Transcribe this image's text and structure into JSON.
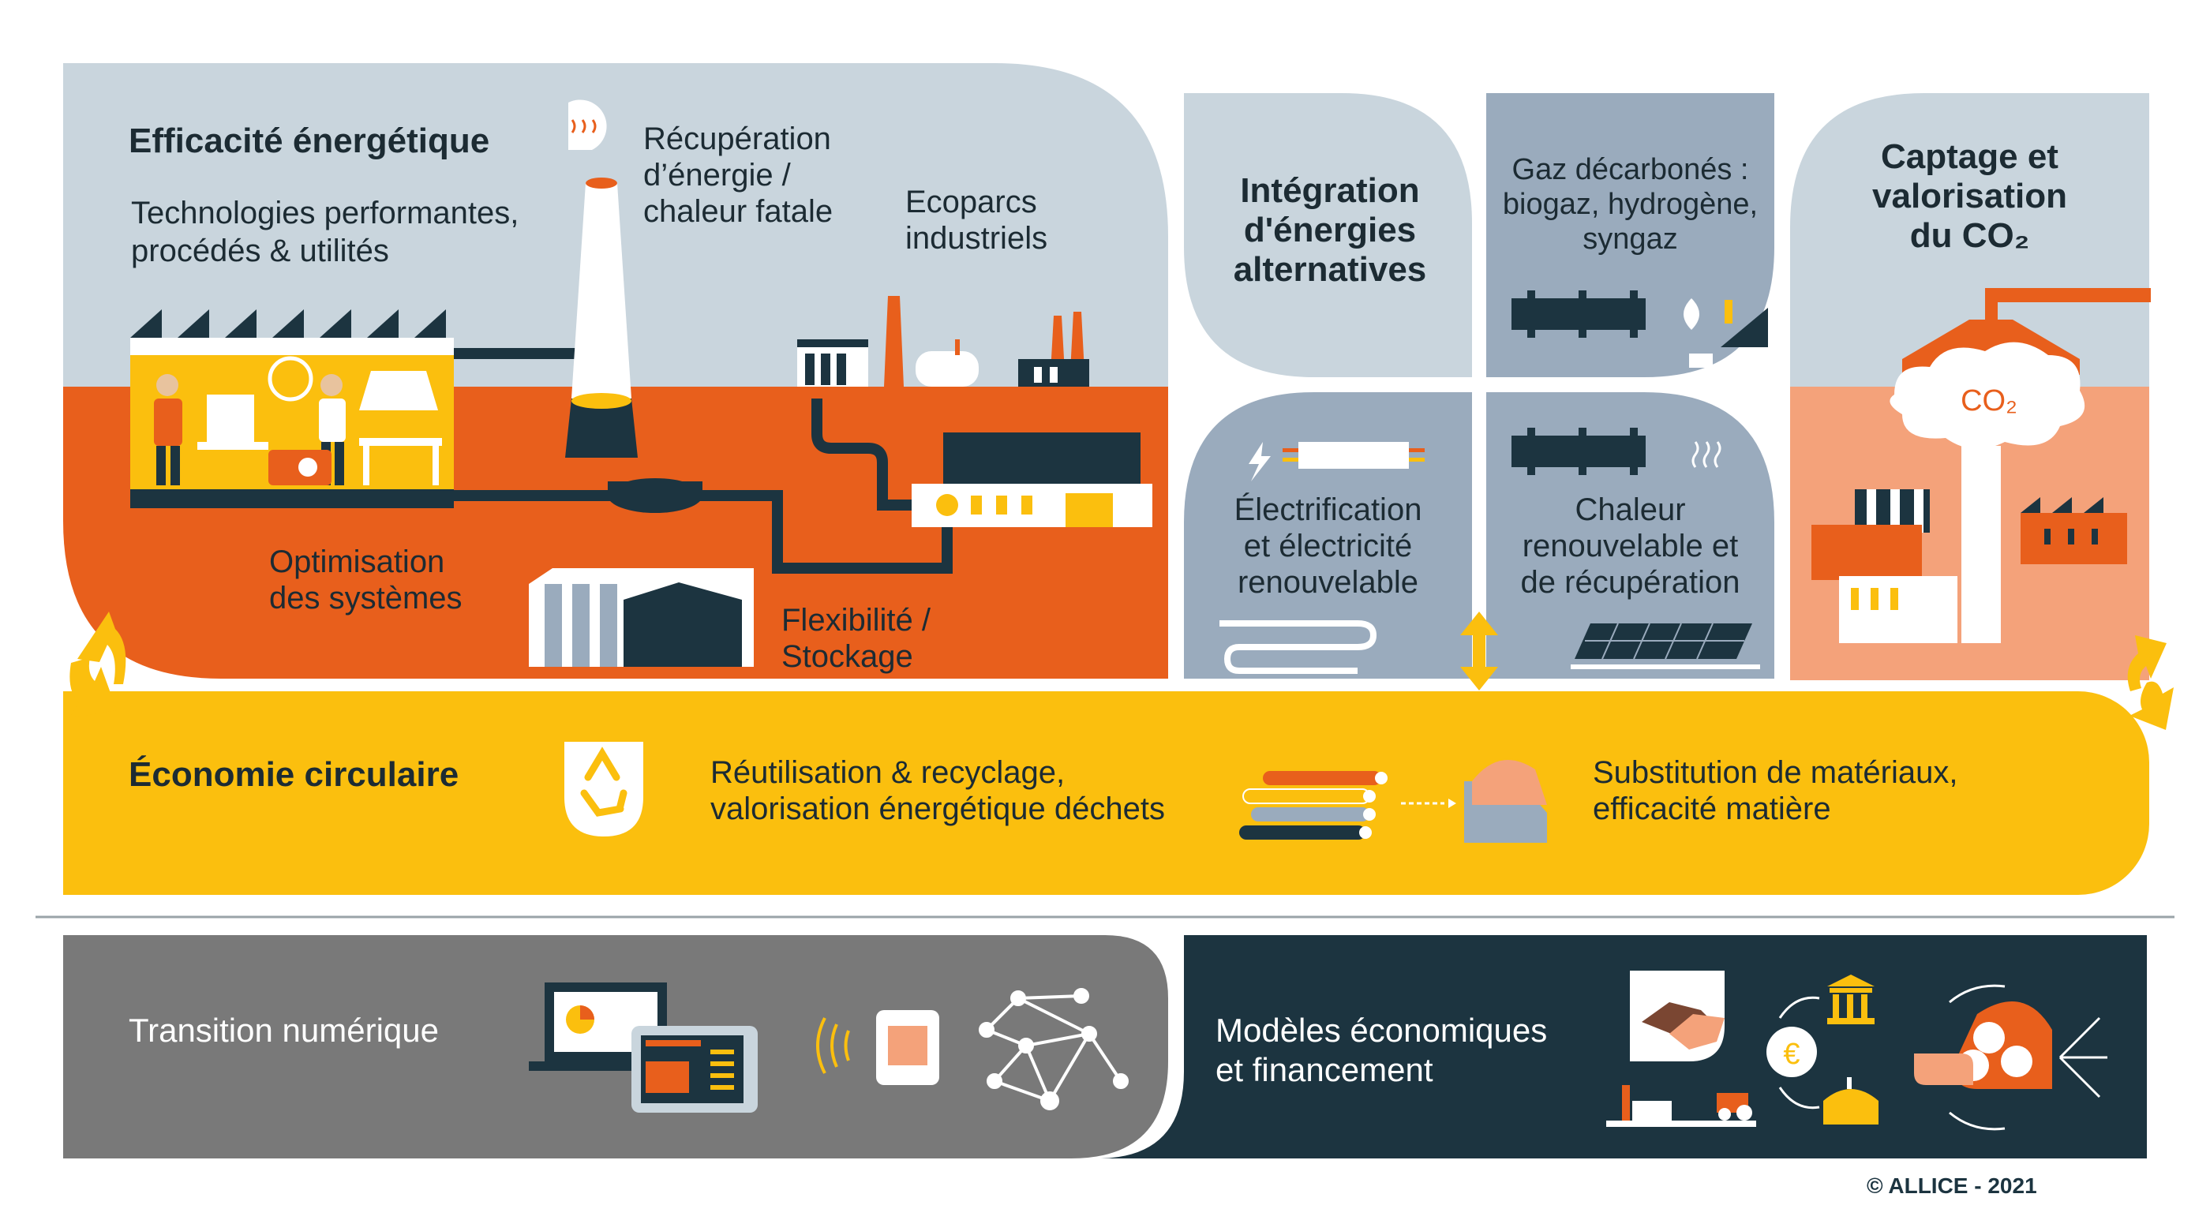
{
  "colors": {
    "light_blue": "#c9d5dd",
    "mid_blue": "#9aabbd",
    "orange": "#e85f1c",
    "salmon": "#f4a27a",
    "yellow": "#fbbf0e",
    "dark_navy": "#1c3440",
    "grey": "#797979",
    "text_dark": "#1c2b33"
  },
  "efficacite": {
    "title": "Efficacité énergétique",
    "techno_line1": "Technologies performantes,",
    "techno_line2": "procédés & utilités",
    "recup_line1": "Récupération",
    "recup_line2": "d’énergie /",
    "recup_line3": "chaleur fatale",
    "ecoparcs_line1": "Ecoparcs",
    "ecoparcs_line2": "industriels",
    "optim_line1": "Optimisation",
    "optim_line2": "des systèmes",
    "flex_line1": "Flexibilité /",
    "flex_line2": "Stockage"
  },
  "integration": {
    "line1": "Intégration",
    "line2": "d'énergies",
    "line3": "alternatives"
  },
  "gaz": {
    "line1": "Gaz décarbonés :",
    "line2": "biogaz, hydrogène,",
    "line3": "syngaz"
  },
  "electrification": {
    "line1": "Électrification",
    "line2": "et électricité",
    "line3": "renouvelable"
  },
  "chaleur": {
    "line1": "Chaleur",
    "line2": "renouvelable et",
    "line3": "de récupération"
  },
  "captage": {
    "line1": "Captage et",
    "line2": "valorisation",
    "line3": "du CO₂",
    "cloud_label": "CO₂"
  },
  "circulaire": {
    "title": "Économie circulaire",
    "reuse_line1": "Réutilisation & recyclage,",
    "reuse_line2": "valorisation énergétique déchets",
    "subst_line1": "Substitution de matériaux,",
    "subst_line2": "efficacité matière"
  },
  "numerique": {
    "title": "Transition numérique"
  },
  "modeles": {
    "line1": "Modèles économiques",
    "line2": "et financement"
  },
  "footer": {
    "copyright": "© ALLICE - 2021"
  }
}
